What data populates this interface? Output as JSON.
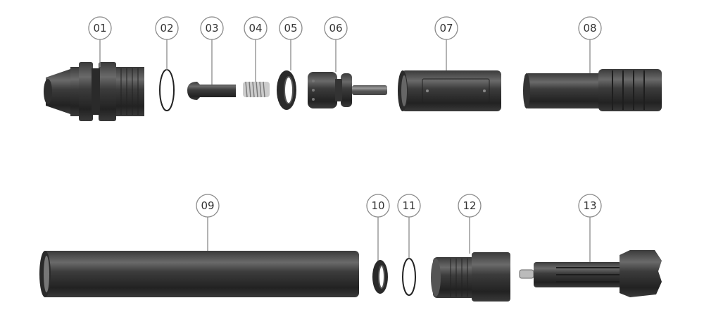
{
  "diagram": {
    "parts": [
      {
        "number": "01"
      },
      {
        "number": "02"
      },
      {
        "number": "03"
      },
      {
        "number": "04"
      },
      {
        "number": "05"
      },
      {
        "number": "06"
      },
      {
        "number": "07"
      },
      {
        "number": "08"
      },
      {
        "number": "09"
      },
      {
        "number": "10"
      },
      {
        "number": "11"
      },
      {
        "number": "12"
      },
      {
        "number": "13"
      }
    ],
    "colors": {
      "metal_dark": "#2a2a2a",
      "metal_mid": "#555555",
      "metal_light": "#8a8a8a",
      "callout": "#8a8a8a"
    }
  }
}
